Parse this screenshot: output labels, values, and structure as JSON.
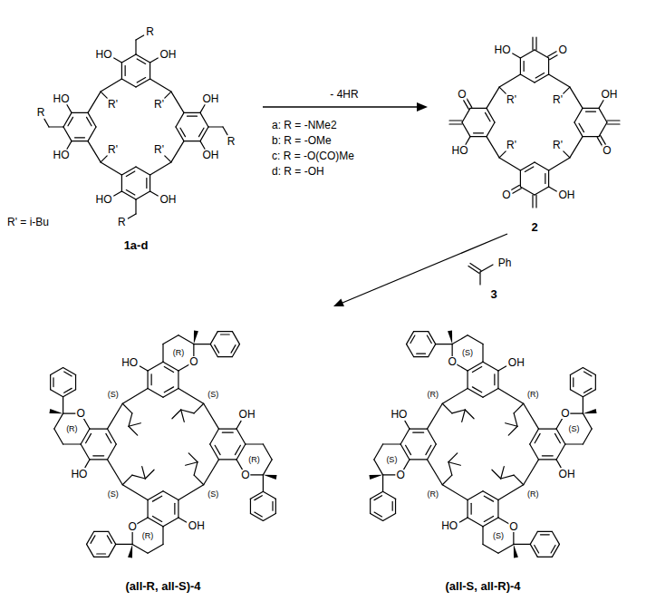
{
  "diagram": {
    "labels": [
      "R",
      "OH",
      "HO",
      "R",
      "OH",
      "OH",
      "R",
      "HO",
      "OH",
      "R",
      "HO",
      "HO",
      "R'",
      "R'",
      "R'",
      "R'",
      "R' = i-Bu",
      "1a-d",
      "- 4HR",
      "a: R = -NMe2",
      "b: R = -OMe",
      "c: R = -O(CO)Me",
      "d: R = -OH",
      "O",
      "HO",
      "O",
      "OH",
      "O",
      "OH",
      "O",
      "HO",
      "R'",
      "R'",
      "R'",
      "R'",
      "2",
      "Ph",
      "3",
      "O",
      "HO",
      "(R)",
      "O",
      "OH",
      "(R)",
      "O",
      "OH",
      "(R)",
      "O",
      "HO",
      "(R)",
      "(S)",
      "(S)",
      "(S)",
      "(S)",
      "(all-R, all-S)-4",
      "O",
      "OH",
      "(S)",
      "O",
      "HO",
      "(S)",
      "O",
      "HO",
      "(S)",
      "O",
      "OH",
      "(S)",
      "(R)",
      "(R)",
      "(R)",
      "(R)",
      "(all-S, all-R)-4"
    ]
  }
}
